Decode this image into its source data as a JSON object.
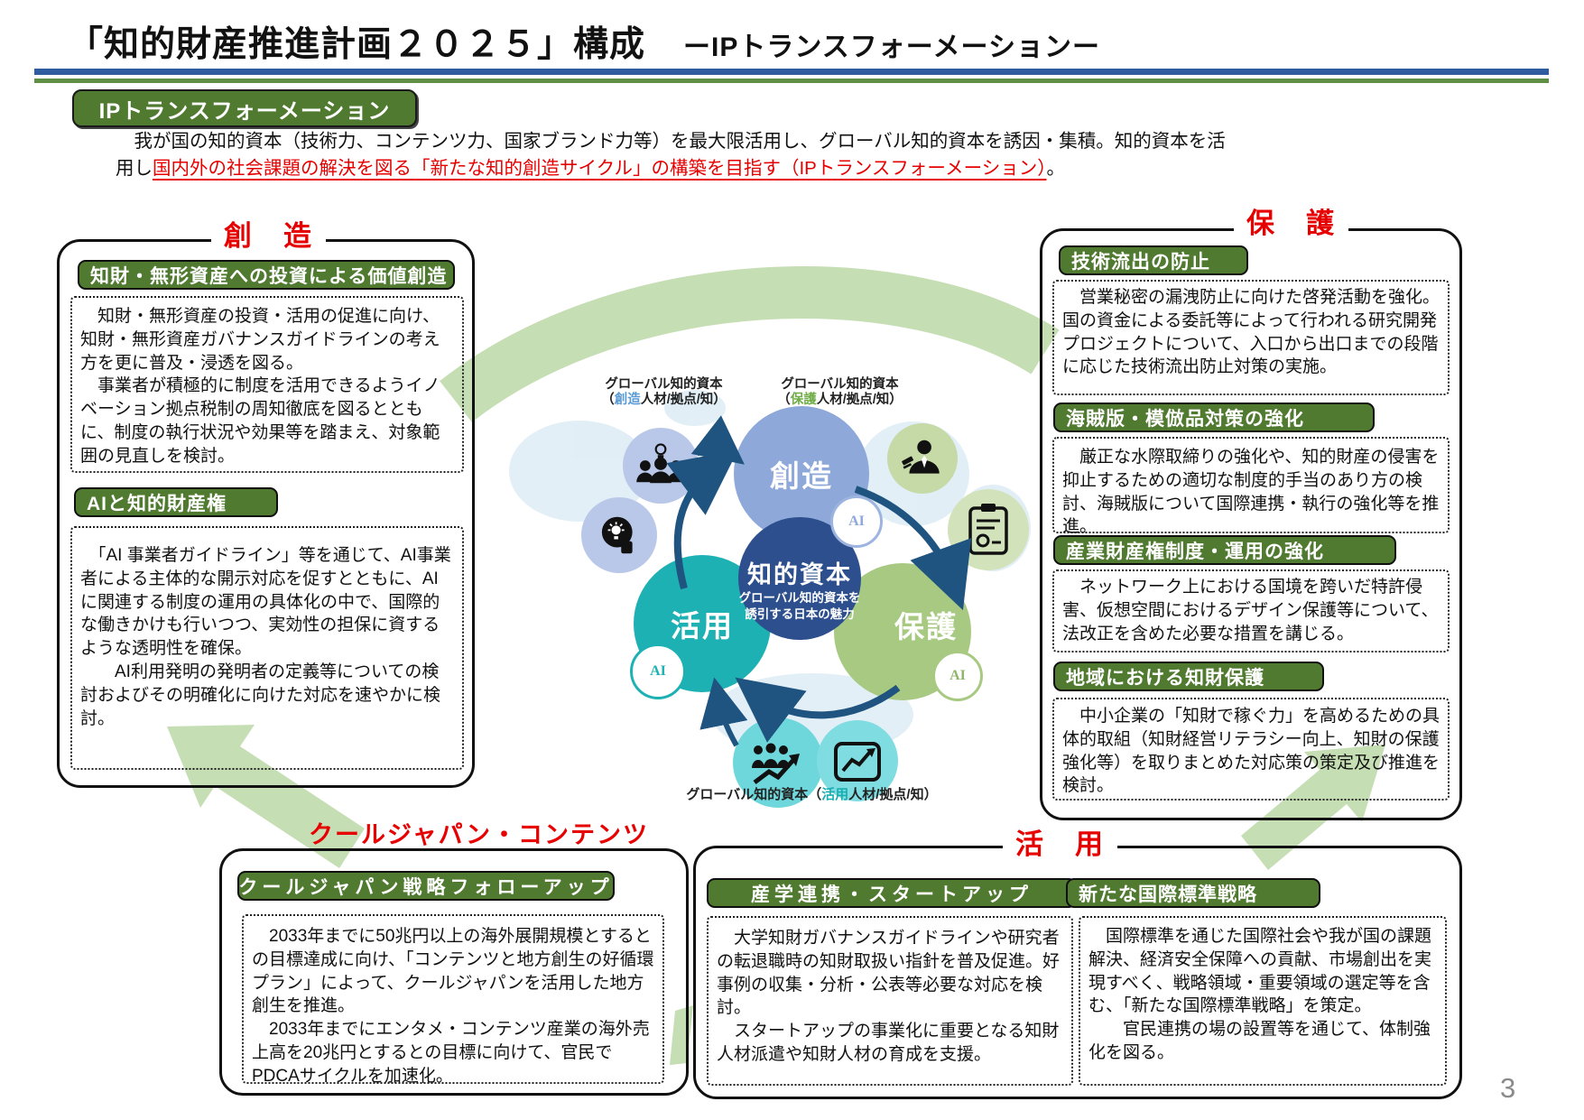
{
  "title": {
    "main": "「知的財産推進計画２０２５」構成",
    "sub": "ーIPトランスフォーメーションー"
  },
  "badge": {
    "label": "IPトランスフォーメーション"
  },
  "intro": {
    "line1": "　我が国の知的資本（技術力、コンテンツ力、国家ブランド力等）を最大限活用し、グローバル知的資本を誘因・集積。知的資本を活",
    "line2_prefix": "用し",
    "line2_red": "国内外の社会課題の解決を図る「新たな知的創造サイクル」の構築を目指す（IPトランスフォーメーション）",
    "line2_suffix": "。"
  },
  "sections": {
    "souzou": {
      "label": "創　造",
      "boxes": [
        {
          "heading": "知財・無形資産への投資による価値創造",
          "body": "　知財・無形資産の投資・活用の促進に向け、知財・無形資産ガバナンスガイドラインの考え方を更に普及・浸透を図る。\n　事業者が積極的に制度を活用できるようイノベーション拠点税制の周知徹底を図るとともに、制度の執行状況や効果等を踏まえ、対象範囲の見直しを検討。"
        },
        {
          "heading": "AIと知的財産権",
          "body": "　「AI 事業者ガイドライン」等を通じて、AI事業者による主体的な開示対応を促すとともに、AIに関連する制度の運用の具体化の中で、国際的な働きかけも行いつつ、実効性の担保に資するような透明性を確保。\n　　AI利用発明の発明者の定義等についての検討およびその明確化に向けた対応を速やかに検討。"
        }
      ]
    },
    "hogo": {
      "label": "保　護",
      "boxes": [
        {
          "heading": "技術流出の防止",
          "body": "　営業秘密の漏洩防止に向けた啓発活動を強化。国の資金による委託等によって行われる研究開発プロジェクトについて、入口から出口までの段階に応じた技術流出防止対策の実施。"
        },
        {
          "heading": "海賊版・模倣品対策の強化",
          "body": "　厳正な水際取締りの強化や、知的財産の侵害を抑止するための適切な制度的手当のあり方の検討、海賊版について国際連携・執行の強化等を推進。"
        },
        {
          "heading": "産業財産権制度・運用の強化",
          "body": "　ネットワーク上における国境を跨いだ特許侵害、仮想空間におけるデザイン保護等について、法改正を含めた必要な措置を講じる。"
        },
        {
          "heading": "地域における知財保護",
          "body": "　中小企業の「知財で稼ぐ力」を高めるための具体的取組（知財経営リテラシー向上、知財の保護強化等）を取りまとめた対応策の策定及び推進を検討。"
        }
      ]
    },
    "cooljapan": {
      "label": "クールジャパン・コンテンツ",
      "boxes": [
        {
          "heading": "クールジャパン戦略フォローアップ",
          "body": "　2033年までに50兆円以上の海外展開規模とするとの目標達成に向け、「コンテンツと地方創生の好循環プラン」によって、クールジャパンを活用した地方創生を推進。\n　2033年までにエンタメ・コンテンツ産業の海外売上高を20兆円とするとの目標に向けて、官民でPDCAサイクルを加速化。"
        }
      ]
    },
    "katsuyou": {
      "label": "活　用",
      "boxes": [
        {
          "heading": "産学連携・スタートアップ",
          "body": "　大学知財ガバナンスガイドラインや研究者の転退職時の知財取扱い指針を普及促進。好事例の収集・分析・公表等必要な対応を検討。\n　スタートアップの事業化に重要となる知財人材派遣や知財人材の育成を支援。"
        },
        {
          "heading": "新たな国際標準戦略",
          "body": "　国際標準を通じた国際社会や我が国の課題解決、経済安全保障への貢献、市場創出を実現すべく、戦略領域・重要領域の選定等を含む、「新たな国際標準戦略」を策定。\n　　官民連携の場の設置等を通じて、体制強化を図る。"
        }
      ]
    }
  },
  "diagram": {
    "labels": {
      "create_l1": "グローバル知的資本",
      "create_l2a": "（",
      "create_l2b": "創造",
      "create_l2c": "人材/拠点/知）",
      "protect_l1": "グローバル知的資本",
      "protect_l2a": "（",
      "protect_l2b": "保護",
      "protect_l2c": "人材/拠点/知）",
      "use_a": "グローバル知的資本（",
      "use_b": "活用",
      "use_c": "人材/拠点/知）"
    },
    "circles": {
      "create": "創造",
      "use": "活用",
      "protect": "保護"
    },
    "center": {
      "title": "知的資本",
      "sub1": "グローバル知的資本を",
      "sub2": "誘引する日本の魅力"
    },
    "ai": "AI"
  },
  "page": {
    "number": "3"
  },
  "colors": {
    "header_green": "#4f7a30",
    "red": "#e60000",
    "rule_blue": "#2e5c9e",
    "rule_green": "#5f8f45",
    "circle_create": "#8ea9d9",
    "circle_center": "#2d4f8e",
    "circle_use": "#1db1b3",
    "circle_protect": "#a7c981",
    "cycle_arrow_blue": "#1f5380",
    "swoosh_green": "#c6deb4",
    "label_create_blue": "#5b9bd5",
    "label_protect_green": "#70ad47",
    "label_use_teal": "#1aaeb0",
    "page_number_gray": "#8a8a8a"
  }
}
